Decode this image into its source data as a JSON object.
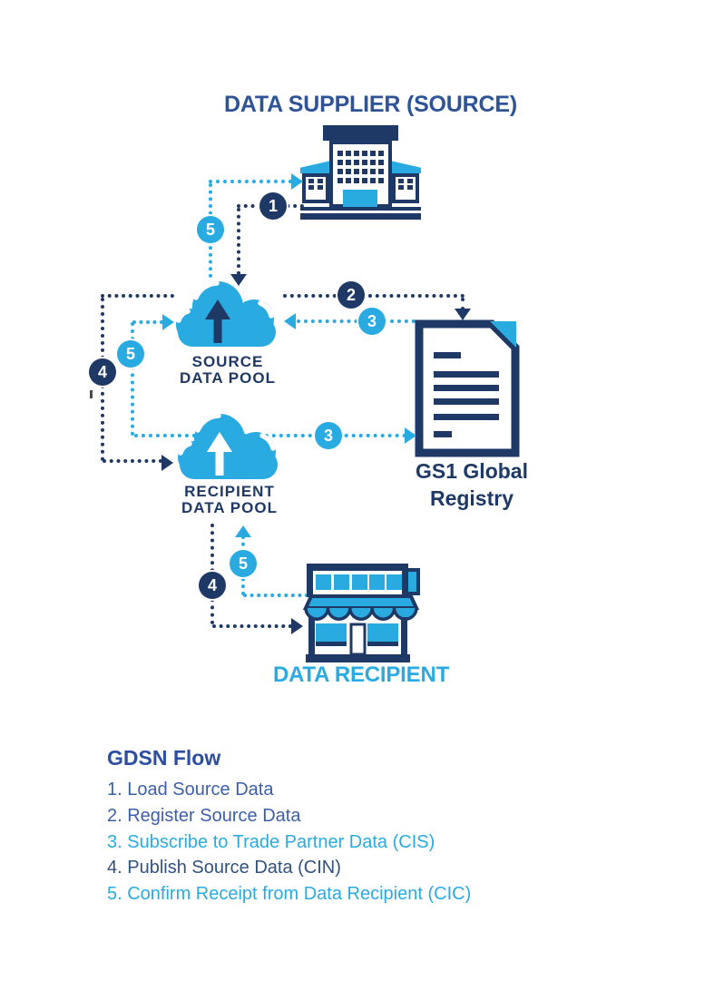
{
  "colors": {
    "navy": "#1F3966",
    "sky": "#29ABE2",
    "title_blue": "#2F5496",
    "legend_heading": "#2B4EA0",
    "legend_blue": "#3C5FA9",
    "legend_navy": "#31517F",
    "legend_sky": "#29ABE2"
  },
  "icons": {
    "supplier": "building-icon",
    "source_pool": "cloud-upload-icon",
    "recipient_pool": "cloud-upload-icon",
    "registry": "document-folded-corner-icon",
    "recipient": "storefront-icon"
  },
  "diagram": {
    "title": "DATA SUPPLIER (SOURCE)",
    "source_pool": {
      "line1": "SOURCE",
      "line2": "DATA POOL"
    },
    "recipient_pool": {
      "line1": "RECIPIENT",
      "line2": "DATA POOL"
    },
    "registry": {
      "line1": "GS1 Global",
      "line2": "Registry"
    },
    "data_recipient_label": "DATA RECIPIENT",
    "badges": [
      {
        "id": "step1-load",
        "n": "1",
        "color": "navy"
      },
      {
        "id": "step2-register",
        "n": "2",
        "color": "navy"
      },
      {
        "id": "step3-registry-to-source-pool",
        "n": "3",
        "color": "sky"
      },
      {
        "id": "step3-recipient-pool-to-registry",
        "n": "3",
        "color": "sky"
      },
      {
        "id": "step4-source-to-recipient-pool",
        "n": "4",
        "color": "navy"
      },
      {
        "id": "step4-recipient-pool-to-store",
        "n": "4",
        "color": "navy"
      },
      {
        "id": "step5-to-supplier",
        "n": "5",
        "color": "sky"
      },
      {
        "id": "step5-to-source-pool",
        "n": "5",
        "color": "sky"
      },
      {
        "id": "step5-store-to-recipient-pool",
        "n": "5",
        "color": "sky"
      }
    ]
  },
  "legend": {
    "heading": "GDSN Flow",
    "items": [
      {
        "text": "1. Load Source Data",
        "color": "#3C5FA9"
      },
      {
        "text": "2. Register Source Data",
        "color": "#3C5FA9"
      },
      {
        "text": "3. Subscribe to Trade Partner Data (CIS)",
        "color": "#29ABE2"
      },
      {
        "text": "4. Publish Source Data (CIN)",
        "color": "#31517F"
      },
      {
        "text": "5. Confirm Receipt from Data Recipient (CIC)",
        "color": "#29ABE2"
      }
    ]
  }
}
